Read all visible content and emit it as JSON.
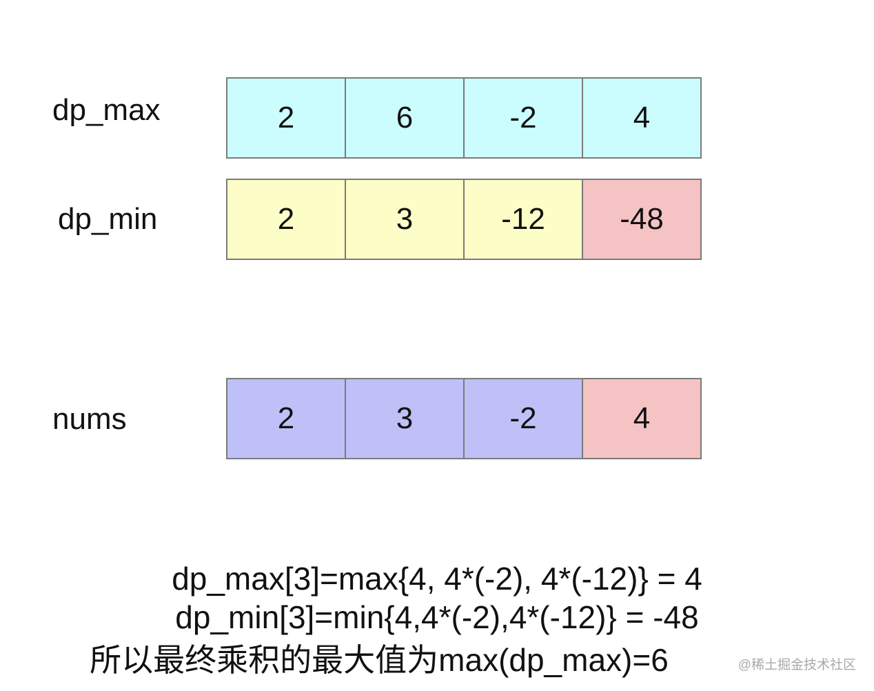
{
  "colors": {
    "cyan": "#ccfdfe",
    "yellow": "#fdfdc8",
    "pink": "#f5c3c3",
    "lavender": "#bfc0f8",
    "border": "#7a7a7a"
  },
  "rows": [
    {
      "label": "dp_max",
      "cells": [
        {
          "value": "2",
          "color": "#ccfdfe"
        },
        {
          "value": "6",
          "color": "#ccfdfe"
        },
        {
          "value": "-2",
          "color": "#ccfdfe"
        },
        {
          "value": "4",
          "color": "#ccfdfe"
        }
      ]
    },
    {
      "label": "dp_min",
      "cells": [
        {
          "value": "2",
          "color": "#fdfdc8"
        },
        {
          "value": "3",
          "color": "#fdfdc8"
        },
        {
          "value": "-12",
          "color": "#fdfdc8"
        },
        {
          "value": "-48",
          "color": "#f5c3c3"
        }
      ]
    },
    {
      "label": "nums",
      "cells": [
        {
          "value": "2",
          "color": "#bfc0f8"
        },
        {
          "value": "3",
          "color": "#bfc0f8"
        },
        {
          "value": "-2",
          "color": "#bfc0f8"
        },
        {
          "value": "4",
          "color": "#f5c3c3"
        }
      ]
    }
  ],
  "formulas": {
    "line1": "dp_max[3]=max{4, 4*(-2), 4*(-12)} = 4",
    "line2": "dp_min[3]=min{4,4*(-2),4*(-12)} = -48",
    "line3": "所以最终乘积的最大值为max(dp_max)=6"
  },
  "watermark": "@稀土掘金技术社区"
}
